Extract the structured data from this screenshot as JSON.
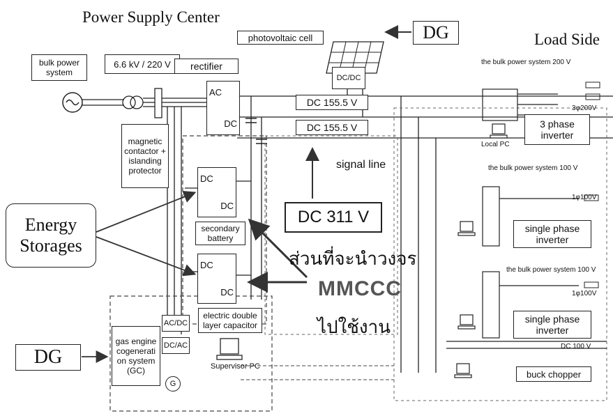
{
  "titles": {
    "power_supply_center": "Power Supply Center",
    "load_side": "Load Side"
  },
  "dg": {
    "top": "DG",
    "left": "DG"
  },
  "supply": {
    "bulk_power_system": "bulk power system",
    "voltage": "6.6 kV / 220 V",
    "rectifier": "rectifier",
    "photovoltaic_cell": "photovoltaic cell",
    "ac": "AC",
    "dc": "DC",
    "dc_dc": "DC/DC",
    "dc_bus_1": "DC 155.5 V",
    "dc_bus_2": "DC 155.5 V",
    "magnetic_contactor": "magnetic contactor + islanding protector",
    "signal_line": "signal line",
    "dc_311": "DC 311 V",
    "secondary_battery": "secondary battery",
    "edlc": "electric double layer capacitor",
    "ac_dc": "AC/DC",
    "dc_ac": "DC/AC",
    "gas_engine": "gas engine cogenerati on system (GC)",
    "generator": "G",
    "supervisor_pc": "Supervisor PC"
  },
  "energy_storages": "Energy Storages",
  "thai_text": {
    "line1": "ส่วนที่จะนำวงจร",
    "line2": "MMCCC",
    "line3": "ไปใช้งาน"
  },
  "load": {
    "bulk_200": "the bulk power system 200 V",
    "load_3phase": "3φ200V",
    "three_phase_inverter": "3 phase inverter",
    "local_pc": "Local PC",
    "bulk_100_a": "the bulk power system 100 V",
    "load_1phase_a": "1φ100V",
    "single_phase_inverter_a": "single phase inverter",
    "bulk_100_b": "the bulk power system 100 V",
    "load_1phase_b": "1φ100V",
    "single_phase_inverter_b": "single phase inverter",
    "dc_100": "DC 100 V",
    "buck_chopper": "buck chopper"
  }
}
